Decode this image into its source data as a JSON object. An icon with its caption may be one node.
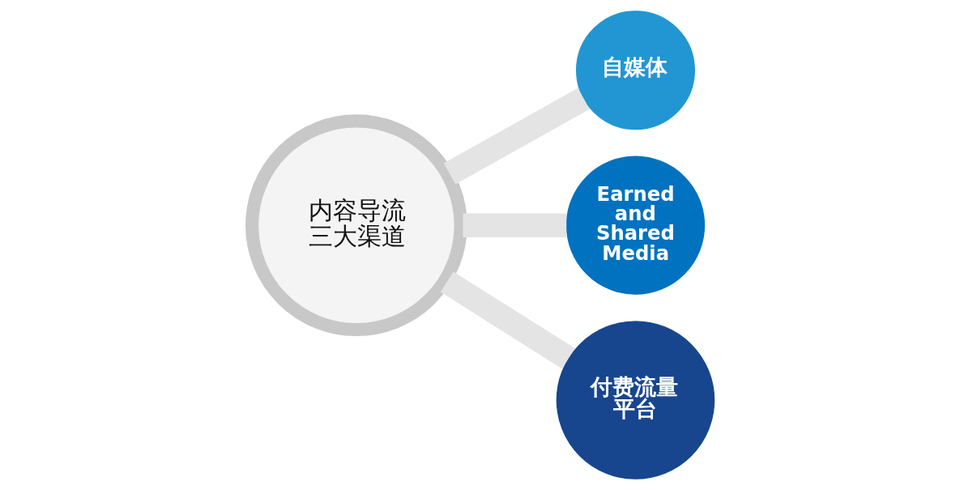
{
  "diagram": {
    "nodes": [
      {
        "text": [
          "内容导流三大渠道"
        ]
      },
      {
        "text": [
          "自媒体"
        ]
      },
      {
        "text": [
          "Earned and Shared Media"
        ]
      },
      {
        "text": [
          "付费流量平台"
        ]
      }
    ],
    "edges": [
      {
        "from": 0,
        "to": 1,
        "arrow": "none"
      },
      {
        "from": 0,
        "to": 2,
        "arrow": "none"
      },
      {
        "from": 0,
        "to": 3,
        "arrow": "none"
      }
    ]
  }
}
